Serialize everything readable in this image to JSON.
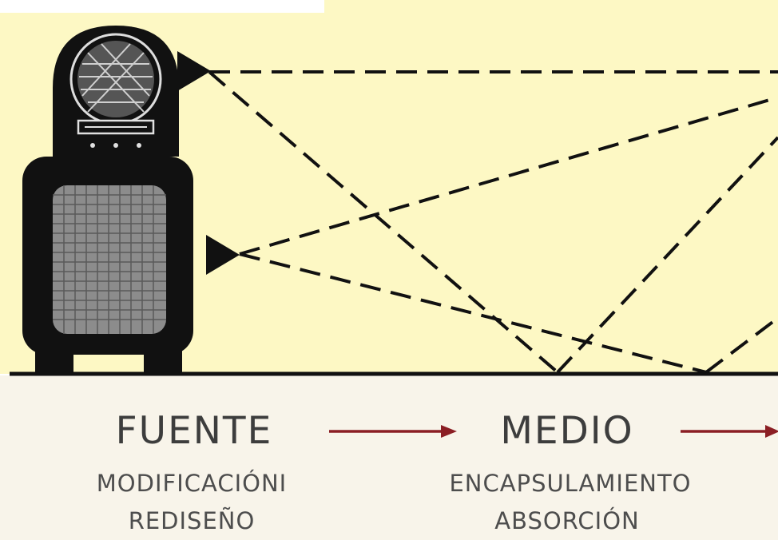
{
  "colors": {
    "background_band": "#fdf8c4",
    "ground": "#f8f4ea",
    "arrow": "#8b1e24",
    "ink": "#111111",
    "text": "#4d4d4d"
  },
  "stages": [
    {
      "title": "FUENTE",
      "line1": "MODIFICACIÓNI",
      "line2": "REDISEÑO"
    },
    {
      "title": "MEDIO",
      "line1": "ENCAPSULAMIENTO",
      "line2": "ABSORCIÓN"
    }
  ],
  "icons": {
    "source": "radio-speaker-icon",
    "speaker_top": "speaker-triangle-icon",
    "speaker_bottom": "speaker-triangle-icon"
  }
}
